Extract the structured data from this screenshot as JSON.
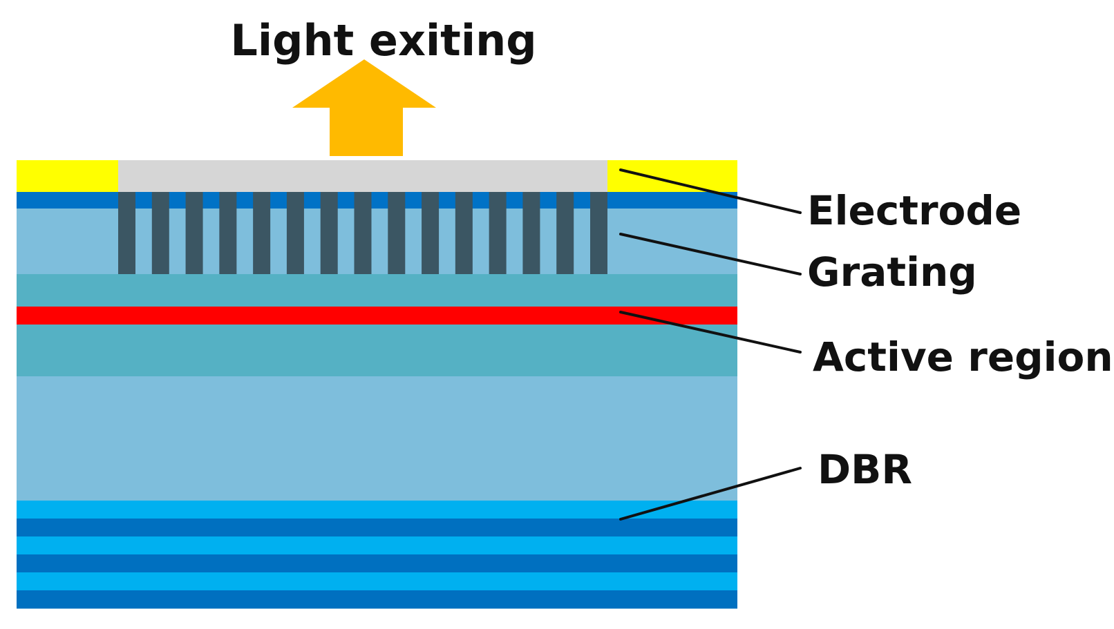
{
  "title": "Light exiting",
  "labels": {
    "electrode": "Electrode",
    "grating": "Grating",
    "active_region": "Active region",
    "dbr": "DBR"
  },
  "colors": {
    "arrow": "#FFBA00",
    "electrode_pad": "#FFFF00",
    "window": "#D6D6D6",
    "contact_layer": "#0072C6",
    "cladding": "#7EBEDC",
    "waveguide": "#55B1C4",
    "active_region": "#FF0000",
    "grating_teeth": "#3B5663",
    "dbr_light": "#00B0F0",
    "dbr_dark": "#0070C0",
    "leader_line": "#111111"
  },
  "grating_tooth_count": 15,
  "dbr_layer_count": 6
}
